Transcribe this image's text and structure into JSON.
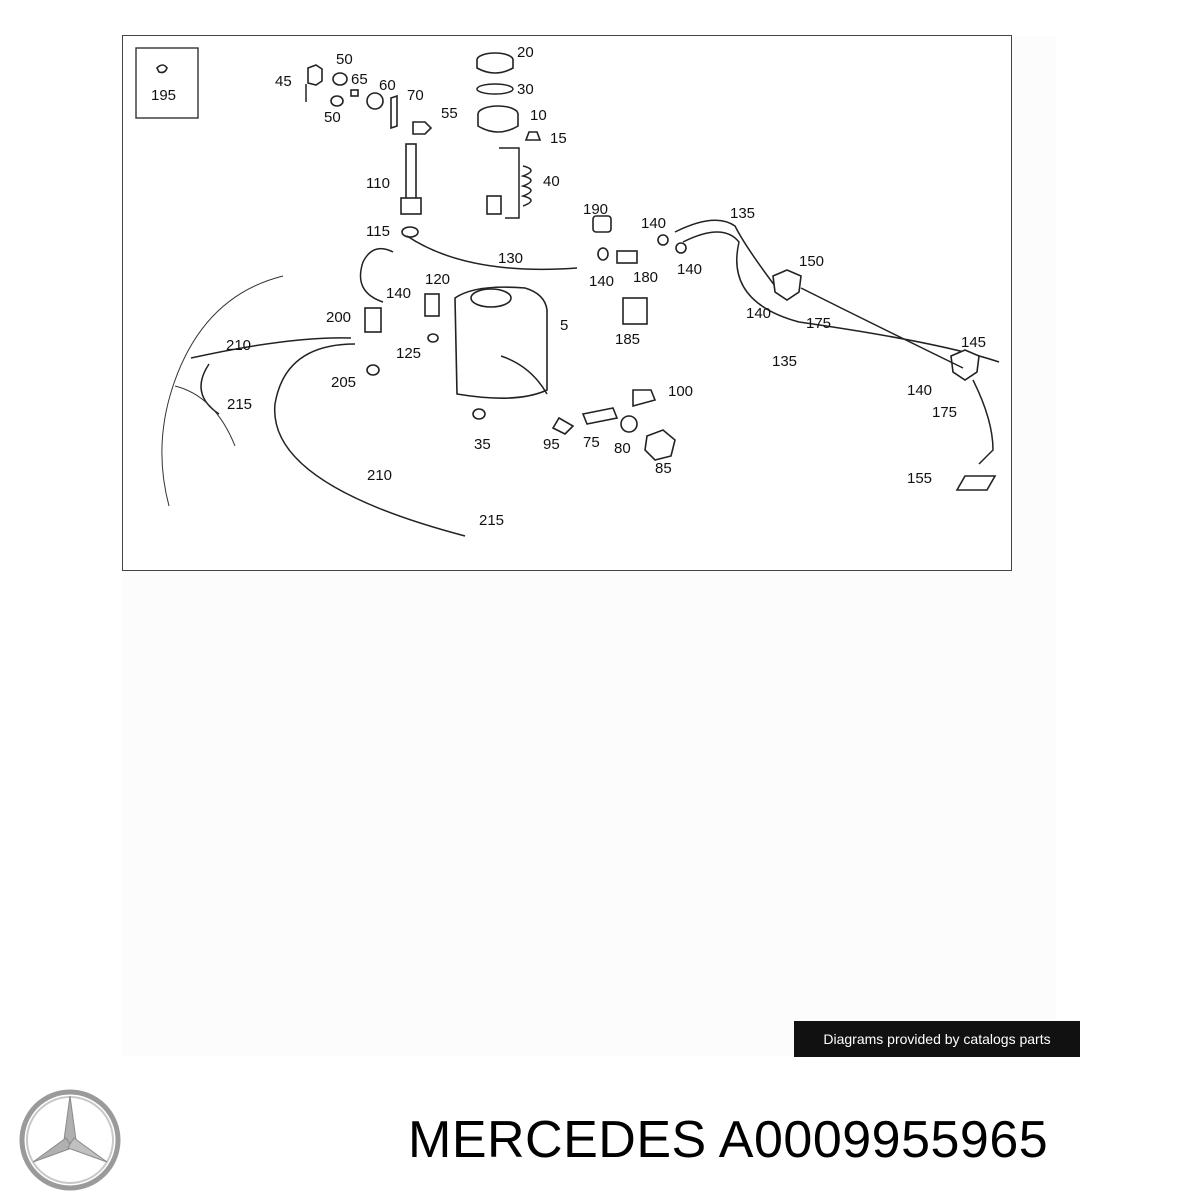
{
  "diagram": {
    "callouts": [
      {
        "id": "c195",
        "text": "195"
      },
      {
        "id": "c50a",
        "text": "50"
      },
      {
        "id": "c45",
        "text": "45"
      },
      {
        "id": "c65",
        "text": "65"
      },
      {
        "id": "c60",
        "text": "60"
      },
      {
        "id": "c70",
        "text": "70"
      },
      {
        "id": "c50b",
        "text": "50"
      },
      {
        "id": "c55",
        "text": "55"
      },
      {
        "id": "c20",
        "text": "20"
      },
      {
        "id": "c30",
        "text": "30"
      },
      {
        "id": "c10",
        "text": "10"
      },
      {
        "id": "c15",
        "text": "15"
      },
      {
        "id": "c40",
        "text": "40"
      },
      {
        "id": "c110",
        "text": "110"
      },
      {
        "id": "c115",
        "text": "115"
      },
      {
        "id": "c190",
        "text": "190"
      },
      {
        "id": "c140a",
        "text": "140"
      },
      {
        "id": "c135a",
        "text": "135"
      },
      {
        "id": "c130",
        "text": "130"
      },
      {
        "id": "c140b",
        "text": "140"
      },
      {
        "id": "c180",
        "text": "180"
      },
      {
        "id": "c140c",
        "text": "140"
      },
      {
        "id": "c150",
        "text": "150"
      },
      {
        "id": "c120",
        "text": "120"
      },
      {
        "id": "c140d",
        "text": "140"
      },
      {
        "id": "c200",
        "text": "200"
      },
      {
        "id": "c5",
        "text": "5"
      },
      {
        "id": "c185",
        "text": "185"
      },
      {
        "id": "c140e",
        "text": "140"
      },
      {
        "id": "c175a",
        "text": "175"
      },
      {
        "id": "c145",
        "text": "145"
      },
      {
        "id": "c210a",
        "text": "210"
      },
      {
        "id": "c125",
        "text": "125"
      },
      {
        "id": "c135b",
        "text": "135"
      },
      {
        "id": "c205",
        "text": "205"
      },
      {
        "id": "c100",
        "text": "100"
      },
      {
        "id": "c140f",
        "text": "140"
      },
      {
        "id": "c215a",
        "text": "215"
      },
      {
        "id": "c175b",
        "text": "175"
      },
      {
        "id": "c35",
        "text": "35"
      },
      {
        "id": "c95",
        "text": "95"
      },
      {
        "id": "c75",
        "text": "75"
      },
      {
        "id": "c80",
        "text": "80"
      },
      {
        "id": "c85",
        "text": "85"
      },
      {
        "id": "c155",
        "text": "155"
      },
      {
        "id": "c210b",
        "text": "210"
      },
      {
        "id": "c215b",
        "text": "215"
      }
    ]
  },
  "credit": "Diagrams provided by catalogs parts",
  "brand": "MERCEDES",
  "part_number": "A0009955965",
  "colors": {
    "banner_bg": "#111111",
    "ink": "#222222",
    "logo": "#9a9a9a"
  }
}
